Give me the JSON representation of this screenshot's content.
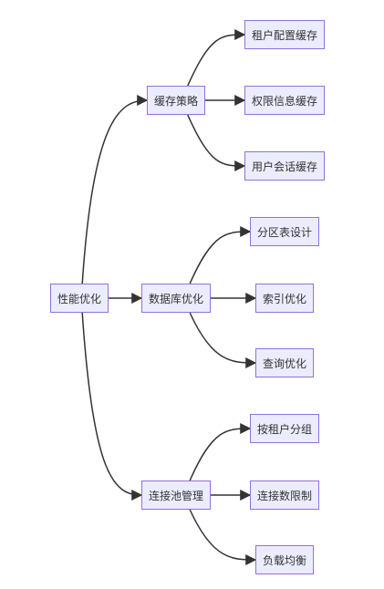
{
  "colors": {
    "node_fill": "#ececff",
    "node_border": "#9370db",
    "edge": "#333333",
    "text": "#333333"
  },
  "nodes": [
    {
      "id": "perf",
      "label": "性能优化"
    },
    {
      "id": "cache",
      "label": "缓存策略"
    },
    {
      "id": "db",
      "label": "数据库优化"
    },
    {
      "id": "pool",
      "label": "连接池管理"
    },
    {
      "id": "c1",
      "label": "租户配置缓存"
    },
    {
      "id": "c2",
      "label": "权限信息缓存"
    },
    {
      "id": "c3",
      "label": "用户会话缓存"
    },
    {
      "id": "d1",
      "label": "分区表设计"
    },
    {
      "id": "d2",
      "label": "索引优化"
    },
    {
      "id": "d3",
      "label": "查询优化"
    },
    {
      "id": "p1",
      "label": "按租户分组"
    },
    {
      "id": "p2",
      "label": "连接数限制"
    },
    {
      "id": "p3",
      "label": "负载均衡"
    }
  ],
  "edges": [
    [
      "perf",
      "cache"
    ],
    [
      "perf",
      "db"
    ],
    [
      "perf",
      "pool"
    ],
    [
      "cache",
      "c1"
    ],
    [
      "cache",
      "c2"
    ],
    [
      "cache",
      "c3"
    ],
    [
      "db",
      "d1"
    ],
    [
      "db",
      "d2"
    ],
    [
      "db",
      "d3"
    ],
    [
      "pool",
      "p1"
    ],
    [
      "pool",
      "p2"
    ],
    [
      "pool",
      "p3"
    ]
  ]
}
